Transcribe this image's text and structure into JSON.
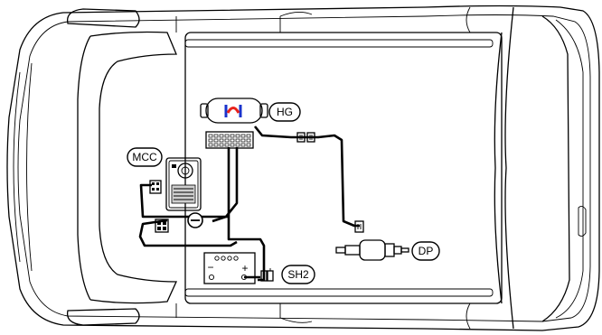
{
  "labels": {
    "heater": "HG",
    "control_unit": "MCC",
    "dosing_pump": "DP",
    "fuse_holder": "SH2"
  },
  "battery": {
    "minus": "−",
    "plus": "+"
  },
  "colors": {
    "line": "#000000",
    "background": "#ffffff",
    "flame_blue": "#1a33cc",
    "flame_red": "#e8221b"
  }
}
